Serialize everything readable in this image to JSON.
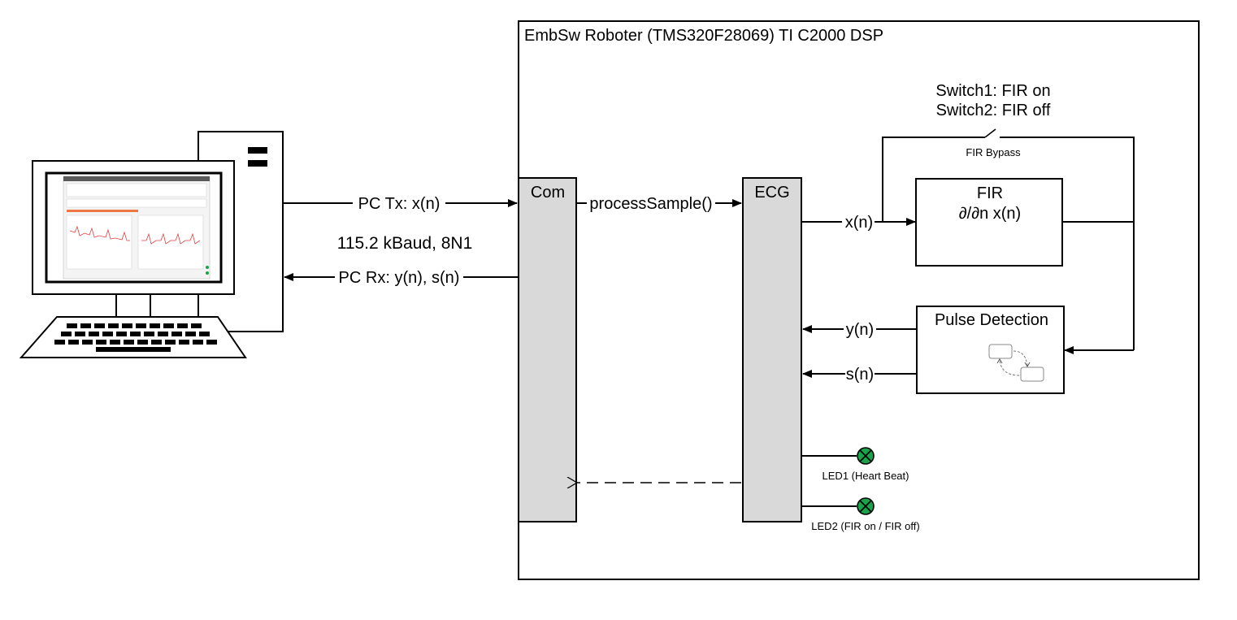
{
  "system": {
    "title": "EmbSw Roboter (TMS320F28069) TI C2000 DSP"
  },
  "blocks": {
    "com": "Com",
    "ecg": "ECG",
    "fir_title": "FIR",
    "fir_formula": "∂/∂n x(n)",
    "pulse": "Pulse Detection"
  },
  "signals": {
    "pc_tx": "PC Tx: x(n)",
    "pc_rx": "PC Rx: y(n), s(n)",
    "baud": "115.2 kBaud, 8N1",
    "process": "processSample()",
    "xn_out": "x(n)",
    "yn": "y(n)",
    "sn": "s(n)"
  },
  "switch": {
    "line1": "Switch1: FIR on",
    "line2": "Switch2: FIR off",
    "bypass": "FIR Bypass"
  },
  "leds": {
    "led1": "LED1 (Heart Beat)",
    "led2": "LED2 (FIR on / FIR off)",
    "color": "#1aa34a"
  },
  "colors": {
    "block_fill": "#d9d9d9",
    "screen_accent": "#ee7744",
    "signal_red": "#e04040"
  }
}
